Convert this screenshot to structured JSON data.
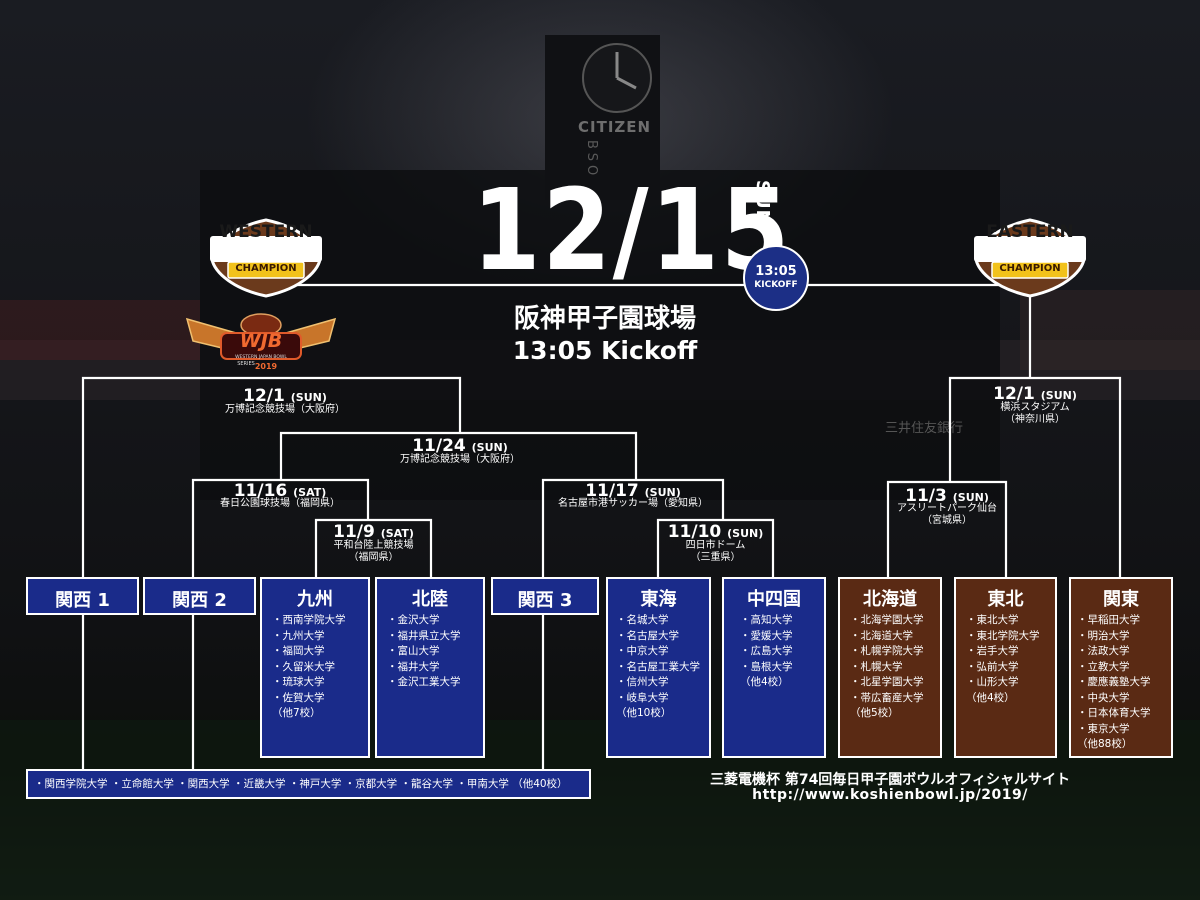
{
  "scoreboard": {
    "clock_brand": "CITIZEN",
    "clock_sub": "BSO",
    "bank_sign": "三井住友銀行"
  },
  "header": {
    "final_date": "12/15",
    "final_day": "SUN",
    "kickoff_badge": {
      "time": "13:05",
      "label": "KICKOFF"
    },
    "venue": "阪神甲子園球場",
    "kickoff_text": "13:05 Kickoff"
  },
  "western_badge": {
    "line1": "WESTERN",
    "line2": "CHAMPION"
  },
  "eastern_badge": {
    "line1": "EASTERN",
    "line2": "CHAMPION"
  },
  "wjb_logo": {
    "text": "WJB",
    "sub1": "WESTERN JAPAN BOWL",
    "sub2": "SERIES",
    "year": "2019"
  },
  "matches": {
    "w_1201": {
      "date": "12/1",
      "day": "(SUN)",
      "venue": "万博記念競技場（大阪府）"
    },
    "w_1124": {
      "date": "11/24",
      "day": "(SUN)",
      "venue": "万博記念競技場（大阪府）"
    },
    "w_1116": {
      "date": "11/16",
      "day": "(SAT)",
      "venue": "春日公園球技場（福岡県）"
    },
    "w_1109": {
      "date": "11/9",
      "day": "(SAT)",
      "venue1": "平和台陸上競技場",
      "venue2": "（福岡県）"
    },
    "w_1117": {
      "date": "11/17",
      "day": "(SUN)",
      "venue": "名古屋市港サッカー場（愛知県）"
    },
    "w_1110": {
      "date": "11/10",
      "day": "(SUN)",
      "venue1": "四日市ドーム",
      "venue2": "（三重県）"
    },
    "e_1201": {
      "date": "12/1",
      "day": "(SUN)",
      "venue1": "横浜スタジアム",
      "venue2": "（神奈川県）"
    },
    "e_1103": {
      "date": "11/3",
      "day": "(SUN)",
      "venue1": "アスリートパーク仙台",
      "venue2": "（宮城県）"
    }
  },
  "regions": {
    "kansai1": {
      "name": "関西 1"
    },
    "kansai2": {
      "name": "関西 2"
    },
    "kansai3": {
      "name": "関西 3"
    },
    "kyushu": {
      "name": "九州",
      "teams": [
        "・西南学院大学",
        "・九州大学",
        "・福岡大学",
        "・久留米大学",
        "・琉球大学",
        "・佐賀大学",
        "（他7校）"
      ]
    },
    "hokuriku": {
      "name": "北陸",
      "teams": [
        "・金沢大学",
        "・福井県立大学",
        "・富山大学",
        "・福井大学",
        "・金沢工業大学"
      ]
    },
    "tokai": {
      "name": "東海",
      "teams": [
        "・名城大学",
        "・名古屋大学",
        "・中京大学",
        "・名古屋工業大学",
        "・信州大学",
        "・岐阜大学",
        "（他10校）"
      ]
    },
    "chushikoku": {
      "name": "中四国",
      "teams": [
        "・高知大学",
        "・愛媛大学",
        "・広島大学",
        "・島根大学",
        "（他4校）"
      ]
    },
    "hokkaido": {
      "name": "北海道",
      "teams": [
        "・北海学園大学",
        "・北海道大学",
        "・札幌学院大学",
        "・札幌大学",
        "・北星学園大学",
        "・帯広畜産大学",
        "（他5校）"
      ]
    },
    "tohoku": {
      "name": "東北",
      "teams": [
        "・東北大学",
        "・東北学院大学",
        "・岩手大学",
        "・弘前大学",
        "・山形大学",
        "（他4校）"
      ]
    },
    "kanto": {
      "name": "関東",
      "teams": [
        "・早稲田大学",
        "・明治大学",
        "・法政大学",
        "・立教大学",
        "・慶應義塾大学",
        "・中央大学",
        "・日本体育大学",
        "・東京大学",
        "（他88校）"
      ]
    }
  },
  "kansai_list": "・関西学院大学 ・立命館大学 ・関西大学 ・近畿大学 ・神戸大学 ・京都大学 ・龍谷大学 ・甲南大学 （他40校）",
  "footer": {
    "line1": "三菱電機杯 第74回毎日甲子園ボウルオフィシャルサイト",
    "line2": "http://www.koshienbowl.jp/2019/"
  },
  "colors": {
    "western_blue": "#1a2b8a",
    "eastern_brown": "#5a2a14",
    "line": "#ffffff",
    "badge_gold": "#f2c21b"
  }
}
